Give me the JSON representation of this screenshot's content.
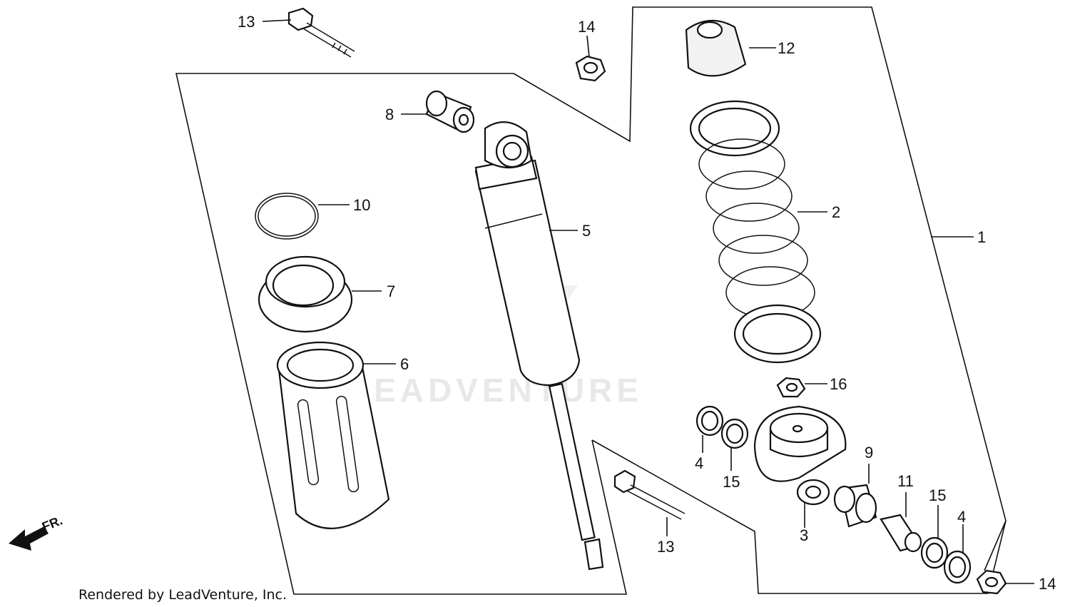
{
  "diagram": {
    "callouts": {
      "c1": "1",
      "c2": "2",
      "c3": "3",
      "c4a": "4",
      "c4b": "4",
      "c5": "5",
      "c6": "6",
      "c7": "7",
      "c8": "8",
      "c9": "9",
      "c10": "10",
      "c11": "11",
      "c12": "12",
      "c13a": "13",
      "c13b": "13",
      "c14a": "14",
      "c14b": "14",
      "c15a": "15",
      "c15b": "15",
      "c16": "16"
    },
    "direction_label": "FR.",
    "watermark": "LEADVENTURE",
    "credit": "Rendered by LeadVenture, Inc.",
    "colors": {
      "line": "#111111",
      "watermark": "#d9d9d9"
    }
  }
}
